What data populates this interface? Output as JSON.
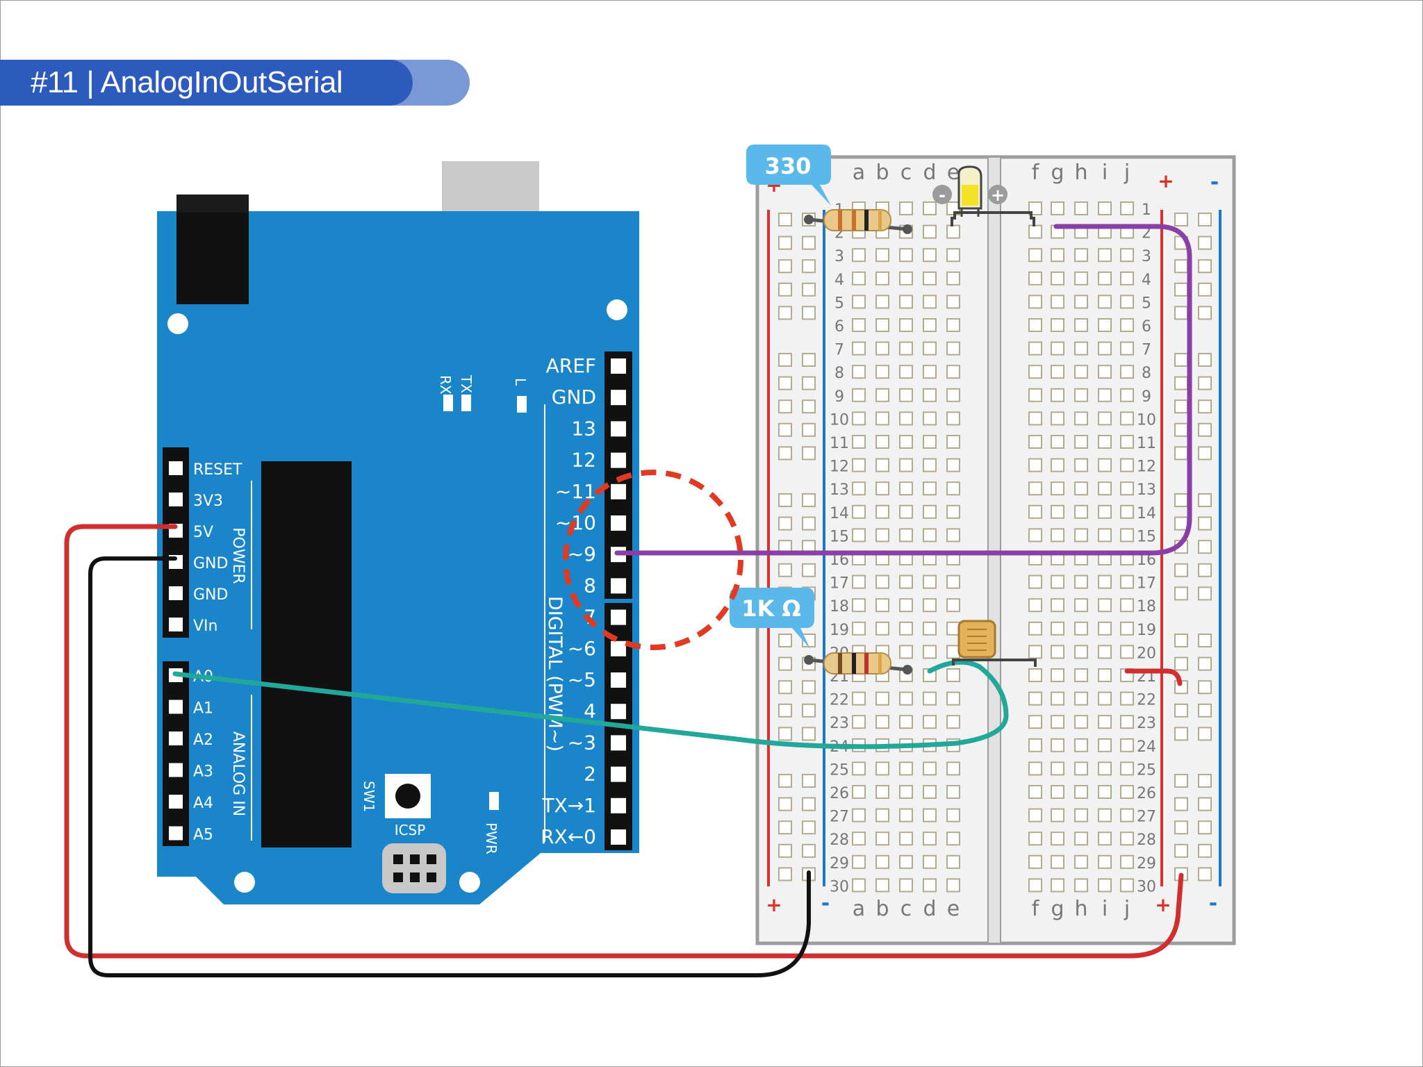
{
  "slide": {
    "title": "#11 | AnalogInOutSerial"
  },
  "colors": {
    "board_blue": "#1a86c9",
    "wire_red": "#cf2f2f",
    "wire_black": "#111111",
    "wire_purple": "#8a3fa6",
    "wire_teal": "#21a89a",
    "highlight_dashed": "#e03a22",
    "callout_blue": "#5bb8ea",
    "breadboard_red_line": "#d9302c",
    "breadboard_blue_line": "#1f78c4"
  },
  "arduino": {
    "power_pins": [
      "RESET",
      "3V3",
      "5V",
      "GND",
      "GND",
      "VIn"
    ],
    "power_group_label": "POWER",
    "analog_pins": [
      "A0",
      "A1",
      "A2",
      "A3",
      "A4",
      "A5"
    ],
    "analog_group_label": "ANALOG IN",
    "digital_pins": [
      "AREF",
      "GND",
      "13",
      "12",
      "~11",
      "~10",
      "~9",
      "8",
      "7",
      "~6",
      "~5",
      "4",
      "~3",
      "2",
      "TX→1",
      "RX←0"
    ],
    "digital_group_label": "DIGITAL (PWM~)",
    "led_labels": [
      "TX",
      "RX",
      "L"
    ],
    "button_label": "SW1",
    "icsp_label": "ICSP",
    "power_led_label": "PWR"
  },
  "breadboard": {
    "column_letters_left": [
      "a",
      "b",
      "c",
      "d",
      "e"
    ],
    "column_letters_right": [
      "f",
      "g",
      "h",
      "i",
      "j"
    ],
    "rows": [
      "1",
      "2",
      "3",
      "4",
      "5",
      "6",
      "7",
      "8",
      "9",
      "10",
      "11",
      "12",
      "13",
      "14",
      "15",
      "16",
      "17",
      "18",
      "19",
      "20",
      "21",
      "22",
      "23",
      "24",
      "25",
      "26",
      "27",
      "28",
      "29",
      "30"
    ],
    "plus_symbol": "+",
    "minus_symbol": "-"
  },
  "components": {
    "resistor_top_label": "330",
    "resistor_bottom_label": "1K Ω",
    "led_minus": "-",
    "led_plus": "+"
  }
}
